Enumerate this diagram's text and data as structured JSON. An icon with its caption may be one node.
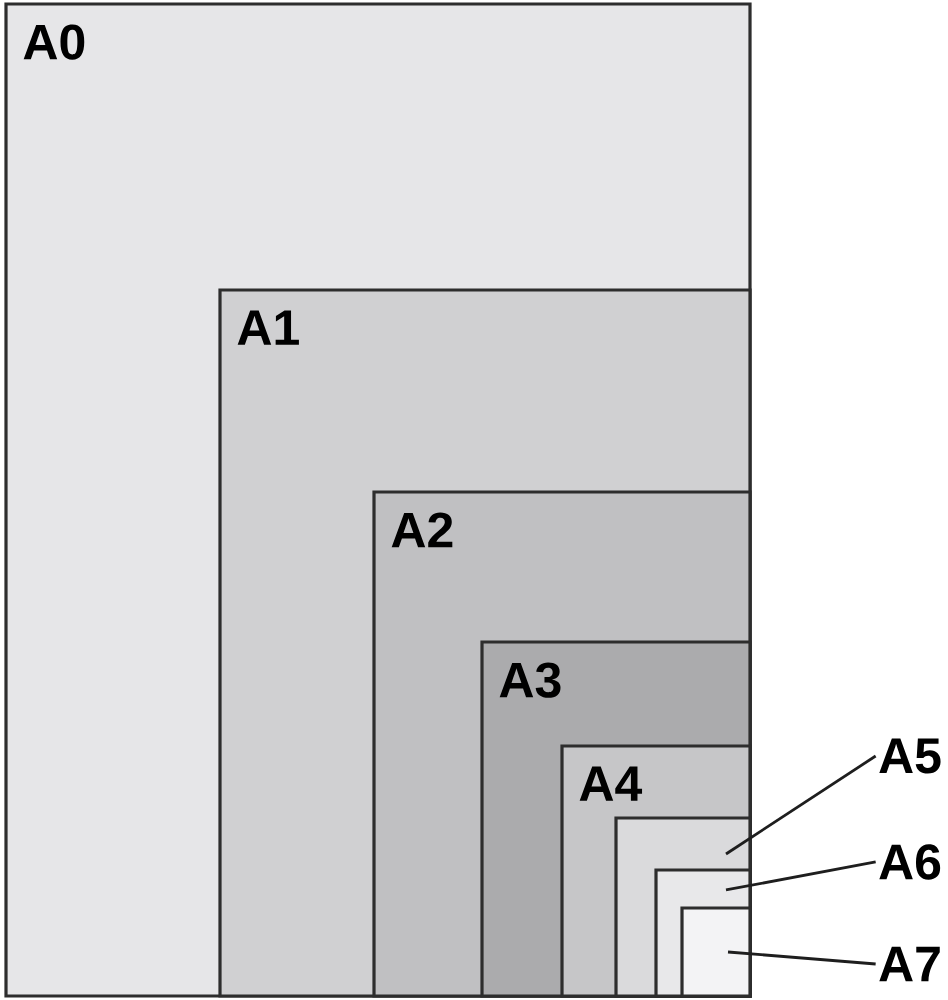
{
  "diagram": {
    "nodes": [
      {
        "text": [
          "A0"
        ]
      },
      {
        "text": [
          "A1"
        ],
        "in": 0
      },
      {
        "text": [
          "A2"
        ],
        "in": 1
      },
      {
        "text": [
          "A3"
        ],
        "in": 2
      },
      {
        "text": [
          "A4"
        ],
        "in": 3
      },
      {
        "text": [],
        "shape": "box",
        "in": 4
      },
      {
        "text": [],
        "shape": "box",
        "in": 5
      },
      {
        "text": [],
        "shape": "box",
        "in": 6
      },
      {
        "text": [
          "A5"
        ]
      },
      {
        "text": [
          "A6"
        ]
      },
      {
        "text": [
          "A7"
        ]
      }
    ],
    "edges": [
      {
        "from": 8,
        "to": 5,
        "arrow": "none"
      },
      {
        "from": 9,
        "to": 6,
        "arrow": "none"
      },
      {
        "from": 10,
        "to": 7,
        "arrow": "none"
      }
    ]
  }
}
